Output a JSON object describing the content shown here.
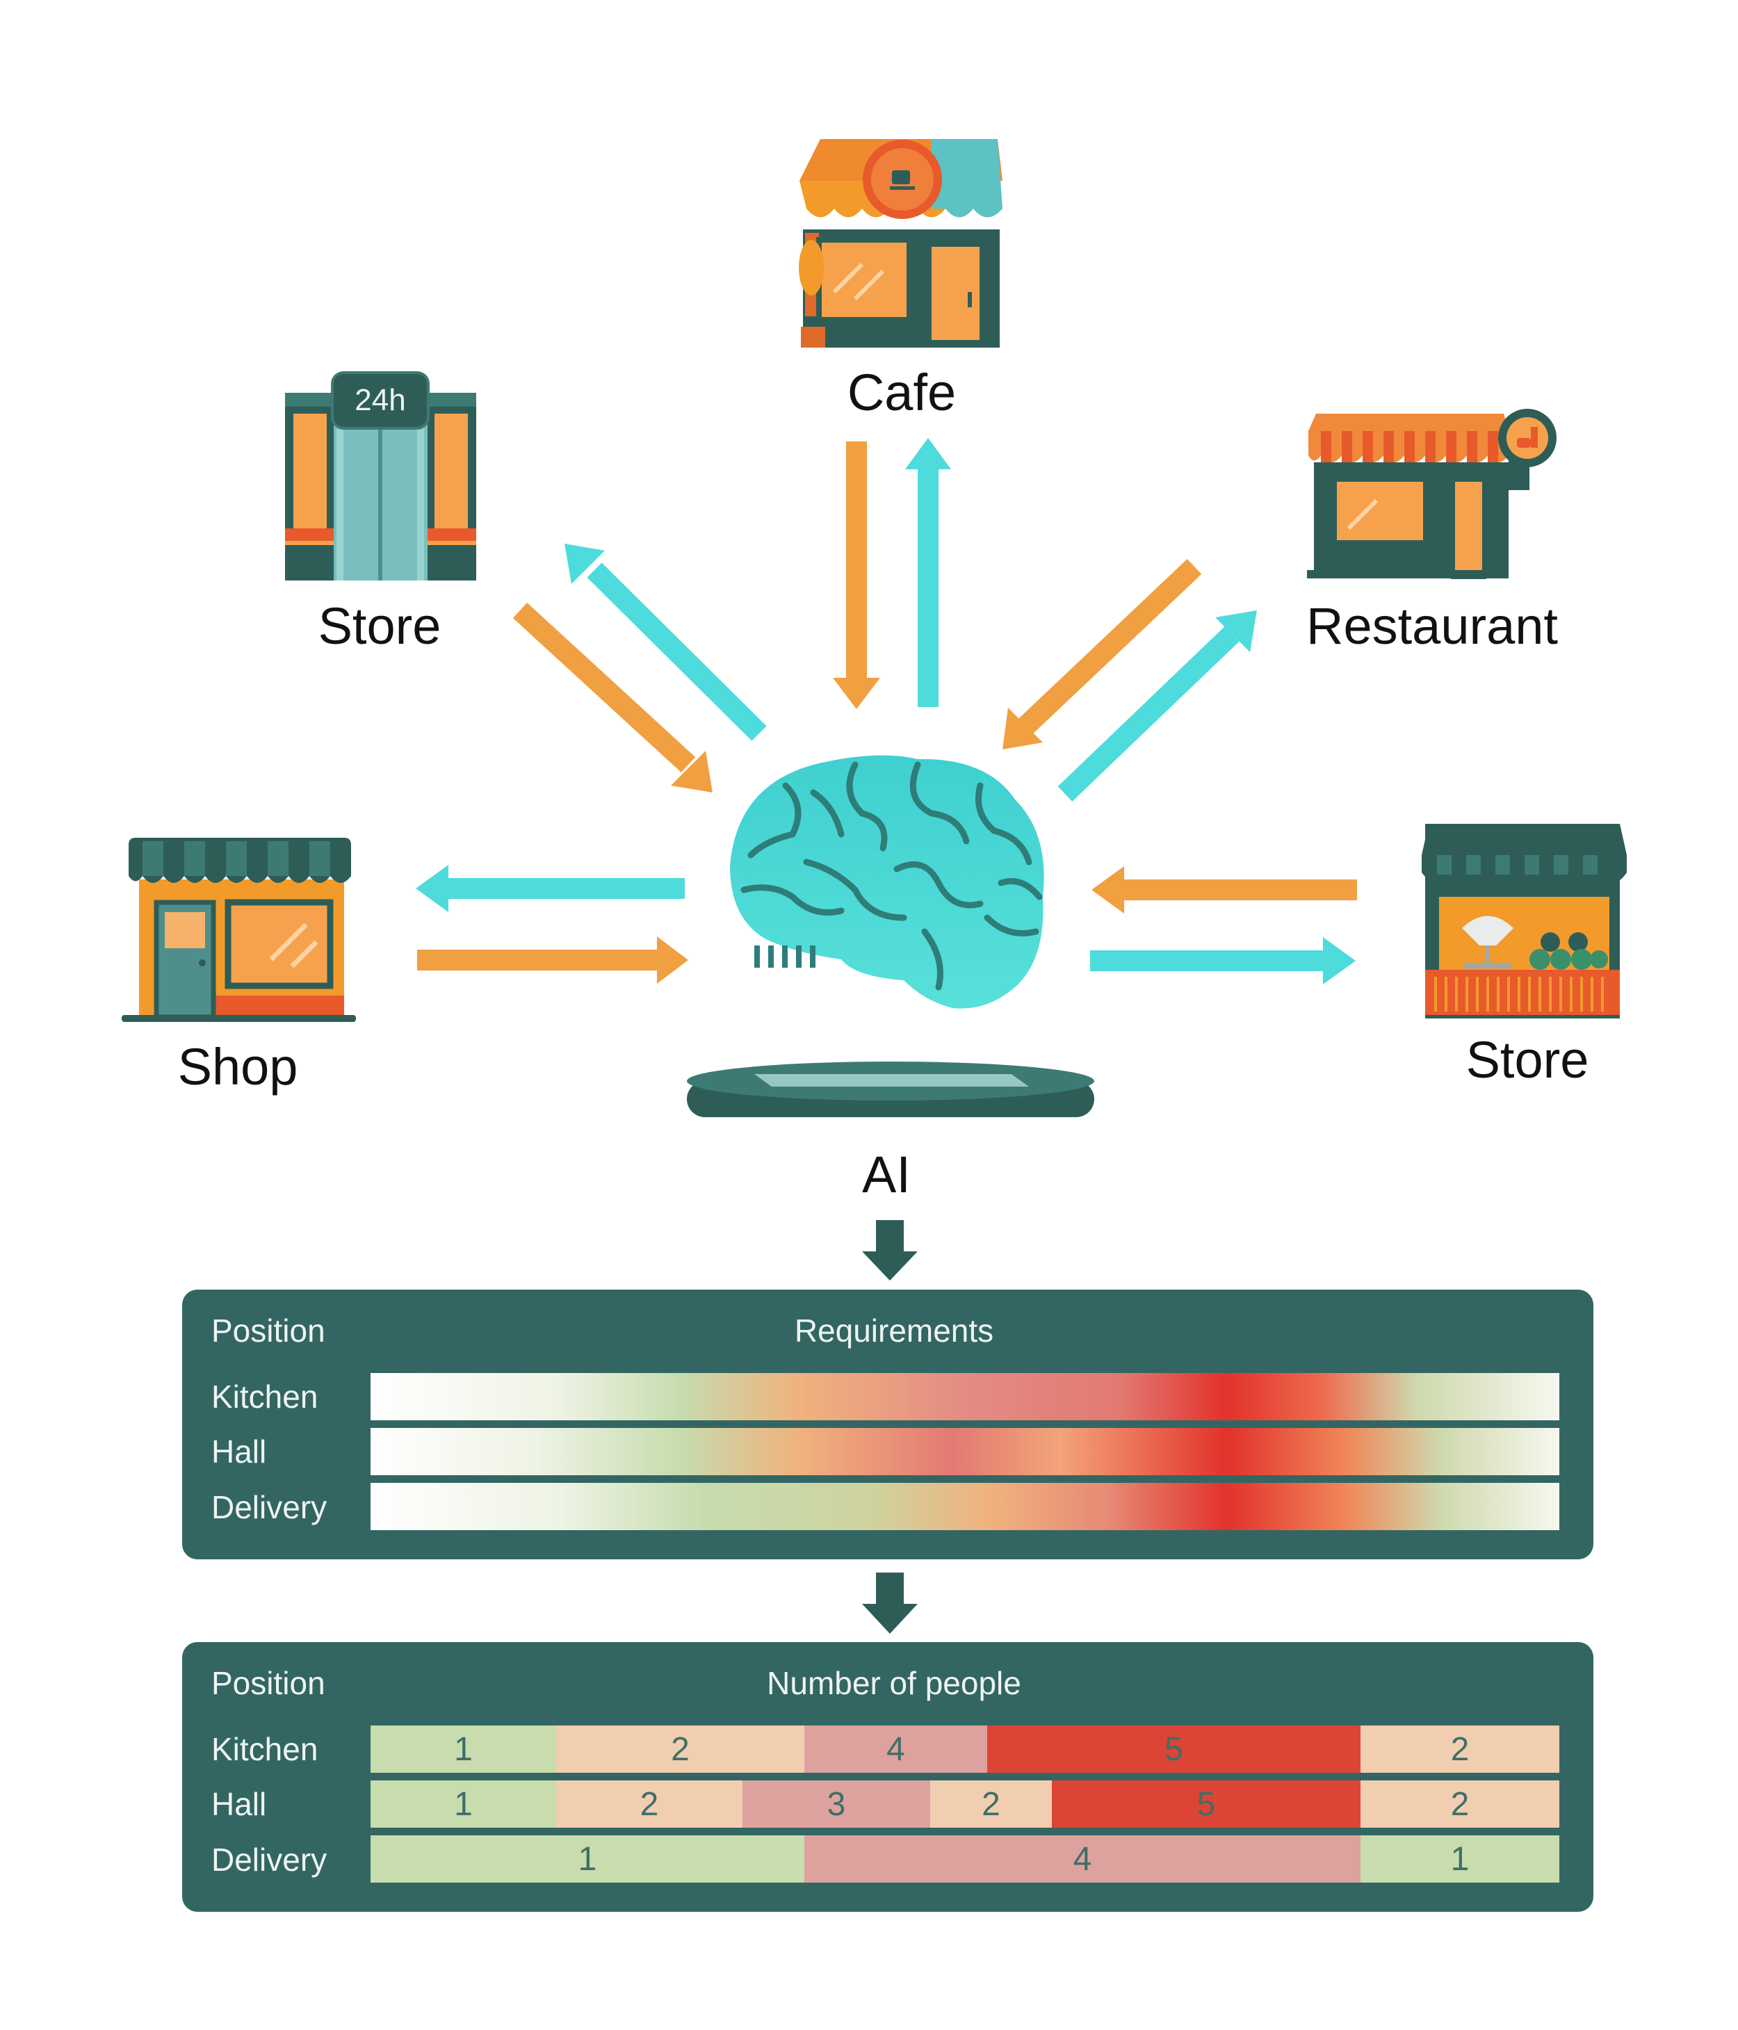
{
  "colors": {
    "panel": "#336663",
    "arrow_in": "#f0a040",
    "arrow_out": "#4edbdb",
    "brain": "#43d6d3",
    "low": "#c8dcae",
    "mid": "#f2ceb0",
    "high_mid": "#dea29e",
    "high": "#dc4535"
  },
  "locations": {
    "cafe": "Cafe",
    "store_24h": "Store",
    "store_24h_sign": "24h",
    "restaurant": "Restaurant",
    "shop": "Shop",
    "store_market": "Store",
    "ai": "AI"
  },
  "requirements_panel": {
    "position_header": "Position",
    "title": "Requirements",
    "rows": [
      "Kitchen",
      "Hall",
      "Delivery"
    ]
  },
  "people_panel": {
    "position_header": "Position",
    "title": "Number of people",
    "rows": [
      {
        "label": "Kitchen",
        "segments": [
          {
            "value": "1",
            "span": [
              0,
              0.156
            ],
            "level": "low"
          },
          {
            "value": "2",
            "span": [
              0.156,
              0.365
            ],
            "level": "mid"
          },
          {
            "value": "4",
            "span": [
              0.365,
              0.519
            ],
            "level": "high_mid"
          },
          {
            "value": "5",
            "span": [
              0.519,
              0.833
            ],
            "level": "high"
          },
          {
            "value": "2",
            "span": [
              0.833,
              1
            ],
            "level": "mid"
          }
        ]
      },
      {
        "label": "Hall",
        "segments": [
          {
            "value": "1",
            "span": [
              0,
              0.156
            ],
            "level": "low"
          },
          {
            "value": "2",
            "span": [
              0.156,
              0.313
            ],
            "level": "mid"
          },
          {
            "value": "3",
            "span": [
              0.313,
              0.471
            ],
            "level": "high_mid"
          },
          {
            "value": "2",
            "span": [
              0.471,
              0.573
            ],
            "level": "mid"
          },
          {
            "value": "5",
            "span": [
              0.573,
              0.833
            ],
            "level": "high"
          },
          {
            "value": "2",
            "span": [
              0.833,
              1
            ],
            "level": "mid"
          }
        ]
      },
      {
        "label": "Delivery",
        "segments": [
          {
            "value": "1",
            "span": [
              0,
              0.365
            ],
            "level": "low"
          },
          {
            "value": "4",
            "span": [
              0.365,
              0.833
            ],
            "level": "high_mid"
          },
          {
            "value": "1",
            "span": [
              0.833,
              1
            ],
            "level": "low"
          }
        ]
      }
    ]
  }
}
